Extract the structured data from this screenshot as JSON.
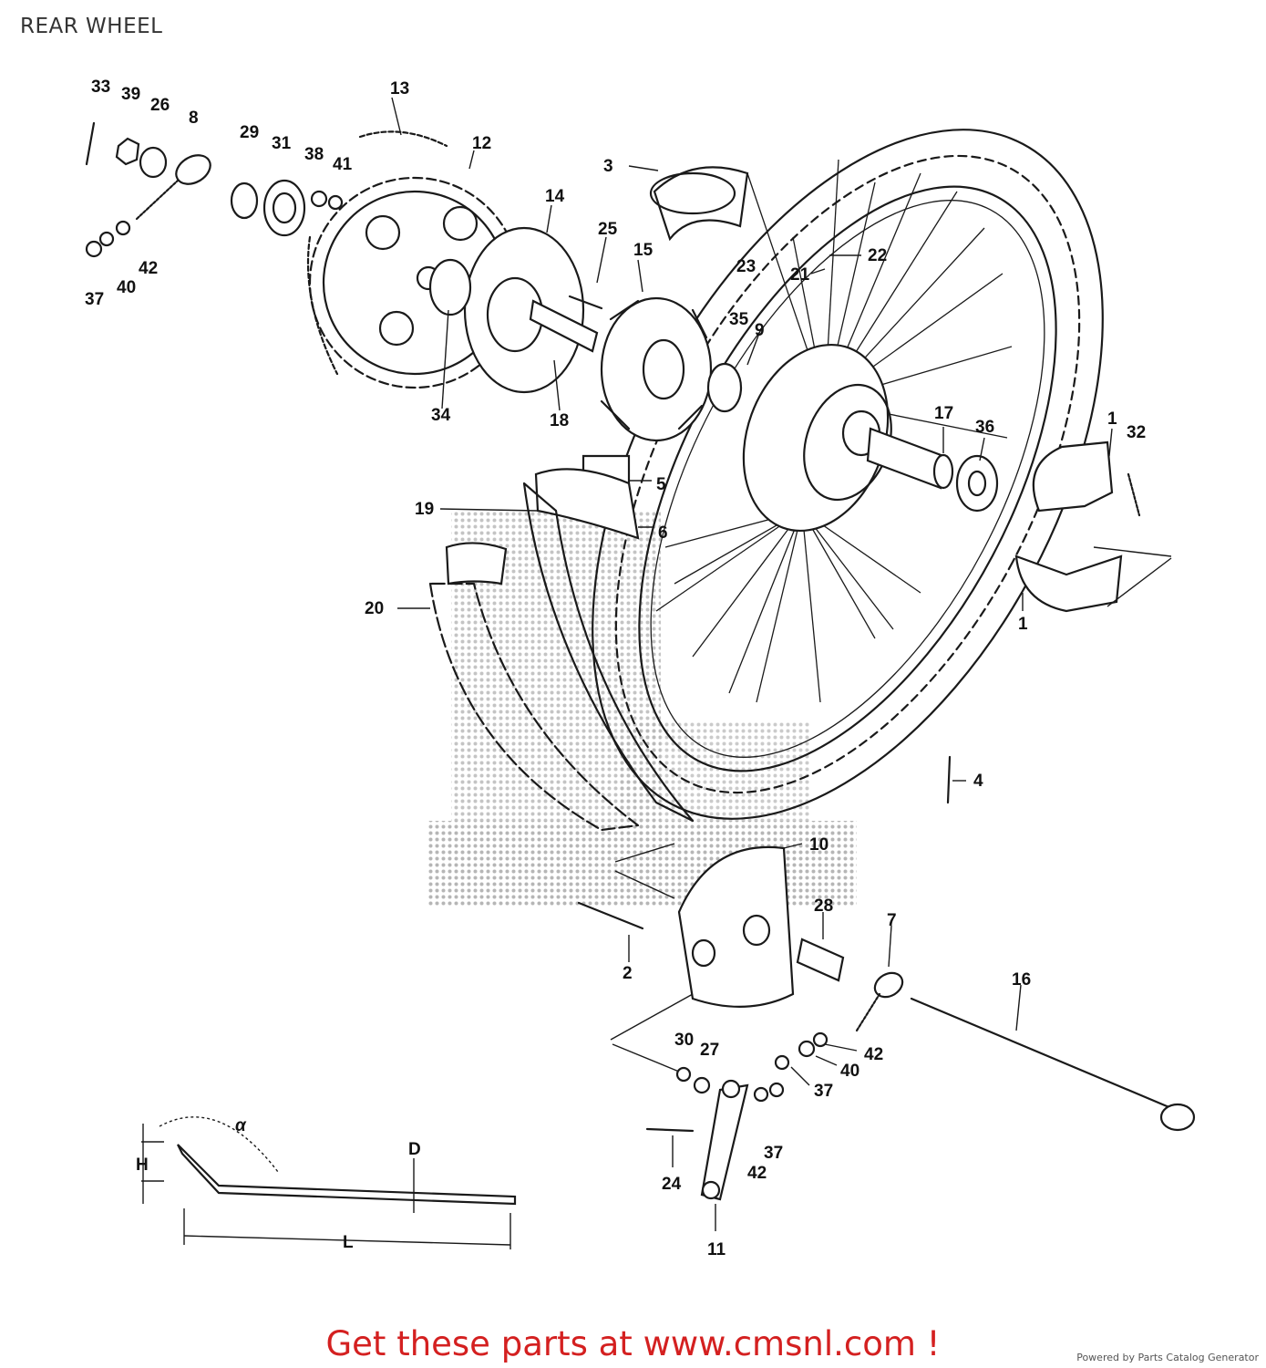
{
  "header": {
    "title": "REAR WHEEL"
  },
  "callouts": [
    {
      "id": "c33",
      "text": "33"
    },
    {
      "id": "c39",
      "text": "39"
    },
    {
      "id": "c26",
      "text": "26"
    },
    {
      "id": "c8",
      "text": "8"
    },
    {
      "id": "c29",
      "text": "29"
    },
    {
      "id": "c31",
      "text": "31"
    },
    {
      "id": "c38",
      "text": "38"
    },
    {
      "id": "c41",
      "text": "41"
    },
    {
      "id": "c13",
      "text": "13"
    },
    {
      "id": "c12",
      "text": "12"
    },
    {
      "id": "c3",
      "text": "3"
    },
    {
      "id": "c37a",
      "text": "37"
    },
    {
      "id": "c40a",
      "text": "40"
    },
    {
      "id": "c42a",
      "text": "42"
    },
    {
      "id": "c14",
      "text": "14"
    },
    {
      "id": "c25",
      "text": "25"
    },
    {
      "id": "c15",
      "text": "15"
    },
    {
      "id": "c23",
      "text": "23"
    },
    {
      "id": "c22",
      "text": "22"
    },
    {
      "id": "c21",
      "text": "21"
    },
    {
      "id": "c35",
      "text": "35"
    },
    {
      "id": "c9",
      "text": "9"
    },
    {
      "id": "c34",
      "text": "34"
    },
    {
      "id": "c18",
      "text": "18"
    },
    {
      "id": "c17",
      "text": "17"
    },
    {
      "id": "c36",
      "text": "36"
    },
    {
      "id": "c1a",
      "text": "1"
    },
    {
      "id": "c32",
      "text": "32"
    },
    {
      "id": "c5",
      "text": "5"
    },
    {
      "id": "c19",
      "text": "19"
    },
    {
      "id": "c6",
      "text": "6"
    },
    {
      "id": "c20",
      "text": "20"
    },
    {
      "id": "c1b",
      "text": "1"
    },
    {
      "id": "c4",
      "text": "4"
    },
    {
      "id": "c10",
      "text": "10"
    },
    {
      "id": "c28",
      "text": "28"
    },
    {
      "id": "c2",
      "text": "2"
    },
    {
      "id": "c7",
      "text": "7"
    },
    {
      "id": "c16",
      "text": "16"
    },
    {
      "id": "c30",
      "text": "30"
    },
    {
      "id": "c27",
      "text": "27"
    },
    {
      "id": "c42b",
      "text": "42"
    },
    {
      "id": "c40b",
      "text": "40"
    },
    {
      "id": "c37b",
      "text": "37"
    },
    {
      "id": "c24",
      "text": "24"
    },
    {
      "id": "c42c",
      "text": "42"
    },
    {
      "id": "c37c",
      "text": "37"
    },
    {
      "id": "c11",
      "text": "11"
    },
    {
      "id": "cAlpha",
      "text": "α"
    },
    {
      "id": "cD",
      "text": "D"
    },
    {
      "id": "cH",
      "text": "H"
    },
    {
      "id": "cL",
      "text": "L"
    }
  ],
  "footer": {
    "cta": "Get these parts at www.cmsnl.com !",
    "credit": "Powered by Parts Catalog Generator"
  }
}
